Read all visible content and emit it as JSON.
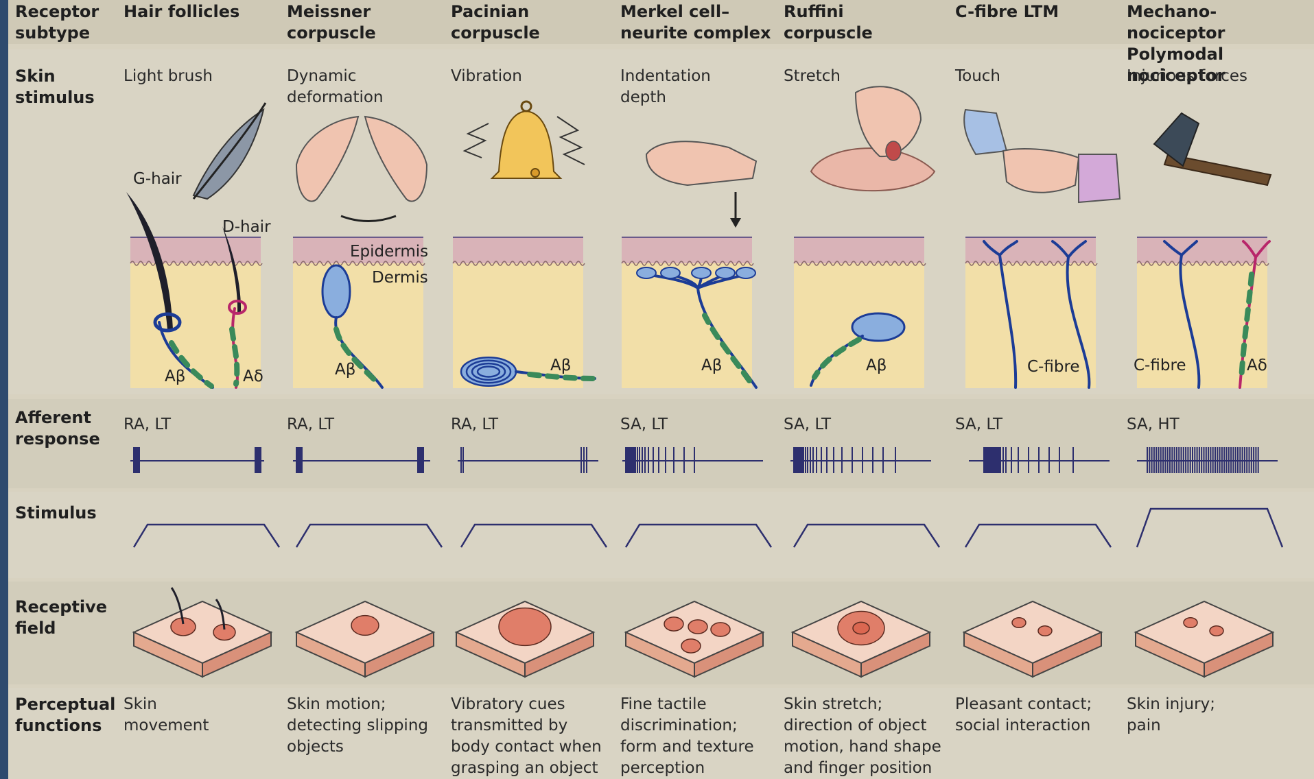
{
  "row_labels": {
    "receptor_subtype": "Receptor\nsubtype",
    "skin_stimulus": "Skin\nstimulus",
    "afferent_response": "Afferent\nresponse",
    "stimulus": "Stimulus",
    "receptive_field": "Receptive\nfield",
    "perceptual_functions": "Perceptual\nfunctions"
  },
  "columns": [
    {
      "header": "Hair follicles",
      "stimulus": "Light brush",
      "response": "RA, LT",
      "perception": "Skin\nmovement"
    },
    {
      "header": "Meissner\ncorpuscle",
      "stimulus": "Dynamic\ndeformation",
      "response": "RA, LT",
      "perception": "Skin motion;\ndetecting slipping\nobjects"
    },
    {
      "header": "Pacinian\ncorpuscle",
      "stimulus": "Vibration",
      "response": "RA, LT",
      "perception": "Vibratory cues\ntransmitted by\nbody contact when\ngrasping an object"
    },
    {
      "header": "Merkel cell–\nneurite complex",
      "stimulus": "Indentation\ndepth",
      "response": "SA, LT",
      "perception": "Fine tactile\ndiscrimination;\nform and texture\nperception"
    },
    {
      "header": "Ruffini\ncorpuscle",
      "stimulus": "Stretch",
      "response": "SA, LT",
      "perception": "Skin stretch;\ndirection of object\nmotion, hand shape\nand finger position"
    },
    {
      "header": "C-fibre LTM",
      "stimulus": "Touch",
      "response": "SA, LT",
      "perception": "Pleasant contact;\nsocial interaction"
    },
    {
      "header": "Mechano-nociceptor\nPolymodal nociceptor",
      "stimulus": "Injurious forces",
      "response": "SA, HT",
      "perception": "Skin injury;\npain"
    }
  ],
  "skin_labels": {
    "g_hair": "G-hair",
    "d_hair": "D-hair",
    "epidermis": "Epidermis",
    "dermis": "Dermis",
    "a_beta": "Aβ",
    "a_delta": "Aδ",
    "c_fibre": "C-fibre"
  },
  "colors": {
    "background": "#d8d2c0",
    "divider": "#ece8dc",
    "dermis": "#f2dfa8",
    "epidermis": "#d9b3b8",
    "nerve": "#1c3c96",
    "myelin": "#3a8a5a",
    "ad_nerve": "#b8266a",
    "spike": "#2d2f6e",
    "field_top": "#f3d5c5",
    "field_side": "#e4a98f",
    "spot": "#d9604a"
  }
}
